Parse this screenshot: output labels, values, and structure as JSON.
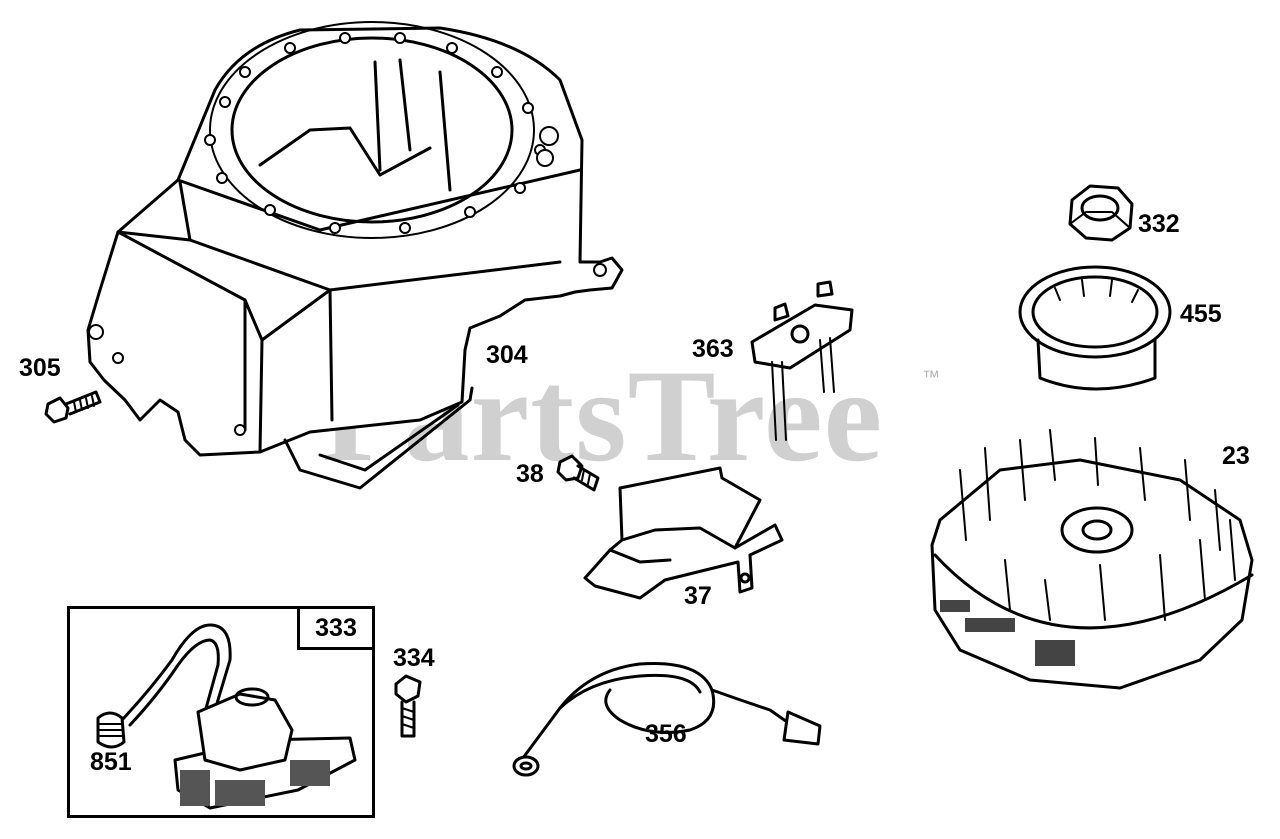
{
  "watermark": {
    "brand": "PartsTree",
    "trademark": "™"
  },
  "parts": {
    "blower_housing": "304",
    "housing_screw": "305",
    "nut": "332",
    "clutch_cup": "455",
    "terminal_bracket": "363",
    "screw_38": "38",
    "air_guide": "37",
    "flywheel": "23",
    "armature_kit": "333",
    "armature_screw": "334",
    "spark_plug_cover": "851",
    "ground_wire": "356"
  }
}
